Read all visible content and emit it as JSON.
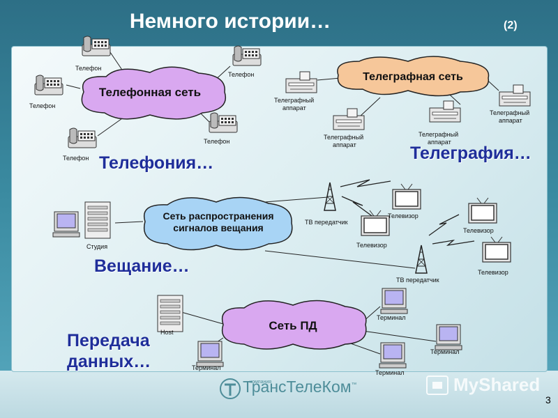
{
  "slide": {
    "title": "Немного истории…",
    "number_label": "(2)",
    "page_number": "3"
  },
  "clouds": {
    "telephone": "Телефонная сеть",
    "telegraph": "Телеграфная сеть",
    "broadcast_line1": "Сеть распространения",
    "broadcast_line2": "сигналов вещания",
    "data": "Сеть ПД"
  },
  "sections": {
    "telephony": "Телефония…",
    "telegraphy": "Телеграфия…",
    "broadcasting": "Вещание…",
    "data_line1": "Передача",
    "data_line2": "данных…"
  },
  "labels": {
    "phone": "Телефон",
    "telegraph_line1": "Телеграфный",
    "telegraph_line2": "аппарат",
    "tv_transmitter": "ТВ передатчик",
    "tv": "Телевизор",
    "studio": "Студия",
    "host": "Host",
    "terminal": "Терминал"
  },
  "footer": {
    "company_small": "компания",
    "company": "ТрансТелеКом",
    "trademark": "™",
    "watermark": "MyShared"
  },
  "colors": {
    "telephone_cloud": "#d9a8f0",
    "telegraph_cloud": "#f6c79a",
    "broadcast_cloud": "#a8d4f5",
    "data_cloud": "#d9a8f0",
    "section_text": "#1f2e9a"
  }
}
